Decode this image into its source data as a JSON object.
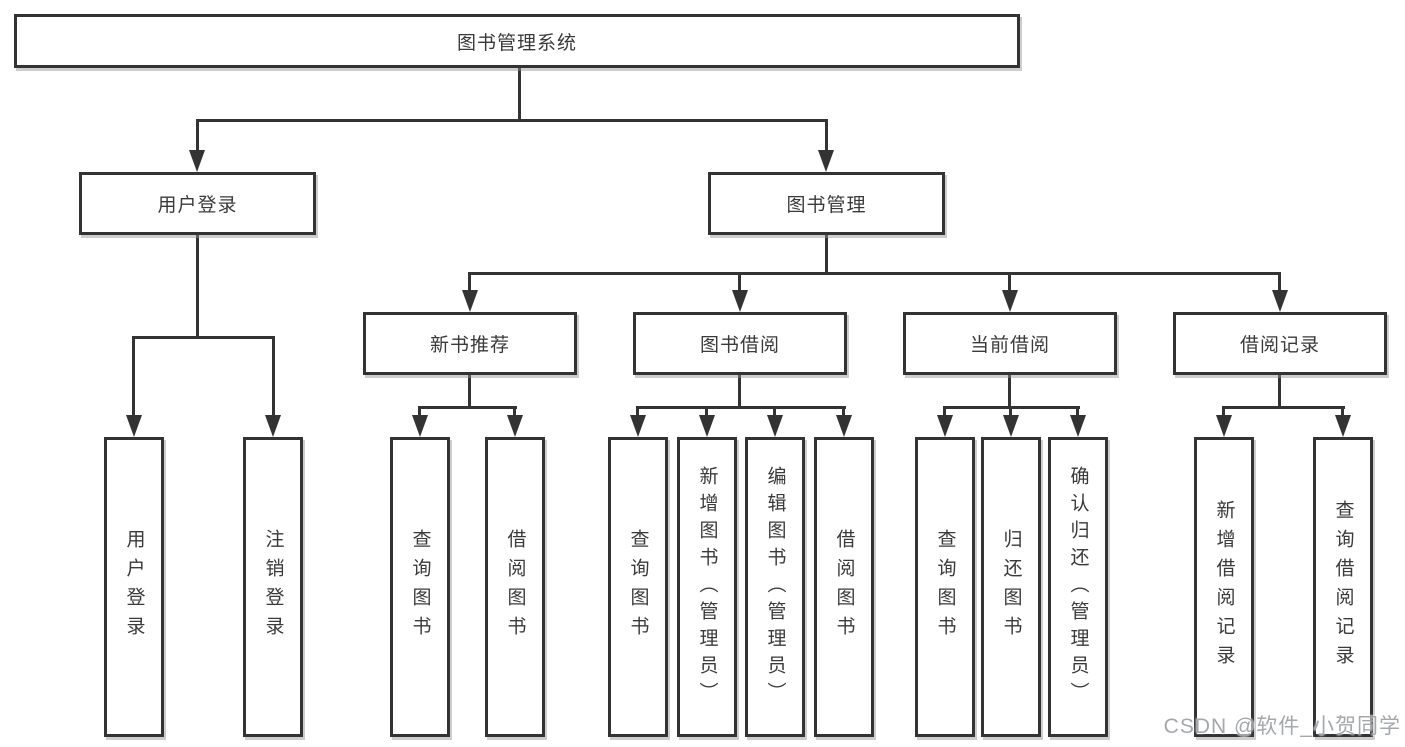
{
  "diagram": {
    "root": {
      "label": "图书管理系统",
      "children": [
        {
          "label": "用户登录",
          "children": [
            {
              "label": "用户登录"
            },
            {
              "label": "注销登录"
            }
          ]
        },
        {
          "label": "图书管理",
          "children": [
            {
              "label": "新书推荐",
              "children": [
                {
                  "label": "查询图书"
                },
                {
                  "label": "借阅图书"
                }
              ]
            },
            {
              "label": "图书借阅",
              "children": [
                {
                  "label": "查询图书"
                },
                {
                  "label": "新增图书（管理员）"
                },
                {
                  "label": "编辑图书（管理员）"
                },
                {
                  "label": "借阅图书"
                }
              ]
            },
            {
              "label": "当前借阅",
              "children": [
                {
                  "label": "查询图书"
                },
                {
                  "label": "归还图书"
                },
                {
                  "label": "确认归还（管理员）"
                }
              ]
            },
            {
              "label": "借阅记录",
              "children": [
                {
                  "label": "新增借阅记录"
                },
                {
                  "label": "查询借阅记录"
                }
              ]
            }
          ]
        }
      ]
    }
  },
  "watermark": {
    "text": "CSDN @软件_小贺同学"
  },
  "colors": {
    "line": "#333333",
    "text": "#3a3a3a",
    "background": "#ffffff",
    "watermark": "#94989e"
  }
}
